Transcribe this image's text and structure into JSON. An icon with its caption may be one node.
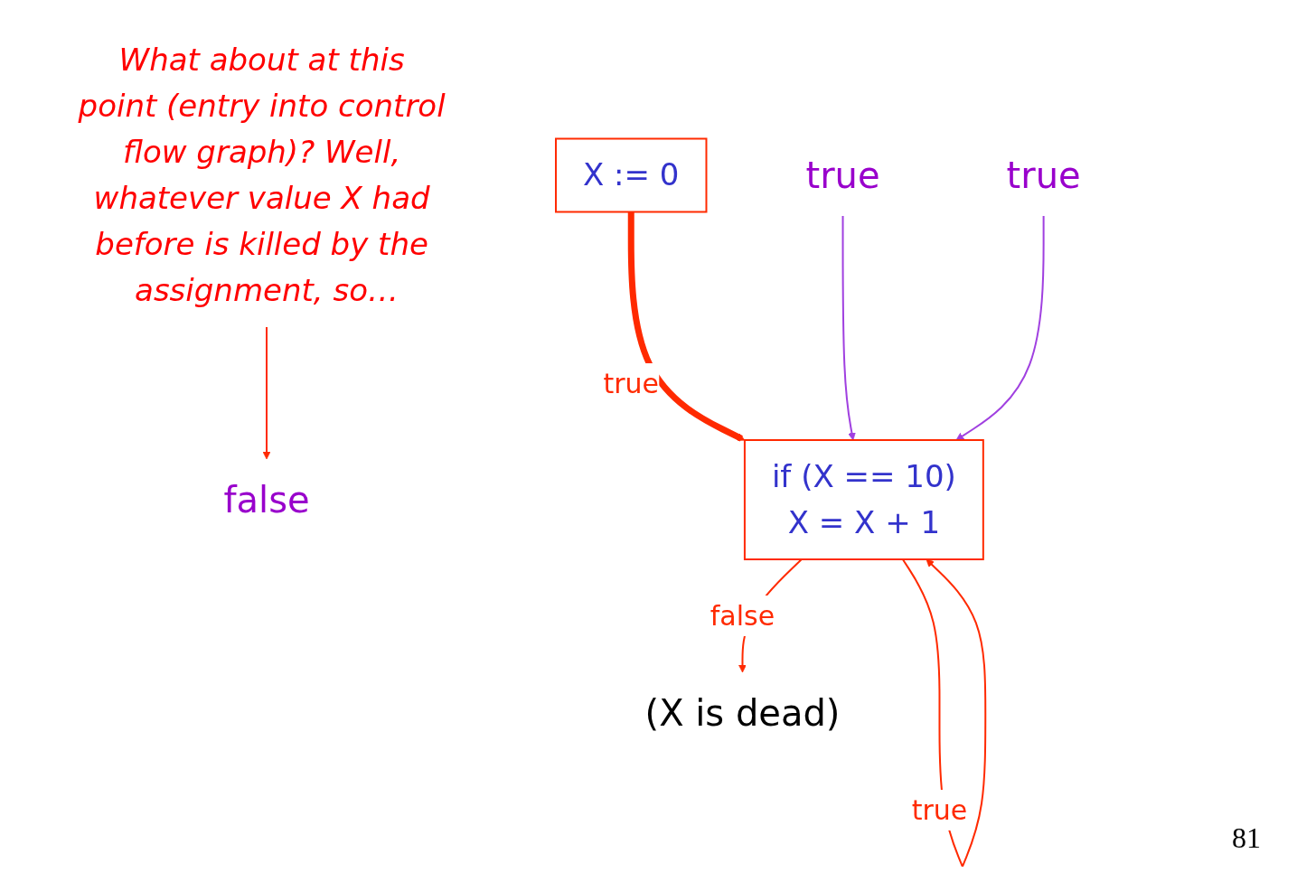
{
  "diagram": {
    "nodes": [
      {
        "text": [
          "false"
        ]
      },
      {
        "text": [
          "X := 0"
        ]
      },
      {
        "text": [
          "if (X == 10)",
          "X = X + 1"
        ]
      },
      {
        "text": [
          "(X is dead)"
        ]
      },
      {
        "text": [
          "What about at this point (entry into control flow graph)? Well, whatever value X had before is killed by the assignment, so…"
        ]
      },
      {
        "text": [
          "true"
        ]
      },
      {
        "text": [
          "true"
        ]
      }
    ],
    "edges": [
      {
        "from": 1,
        "to": 2,
        "arrow": "to",
        "label": "true",
        "style": "thick"
      },
      {
        "from": 2,
        "to": 2,
        "arrow": "to",
        "label": "true"
      },
      {
        "from": 2,
        "to": 3,
        "arrow": "to",
        "label": "false"
      },
      {
        "from": 4,
        "to": 0,
        "arrow": "to"
      },
      {
        "from": 5,
        "to": 2,
        "arrow": "to",
        "color": "#a040e0"
      },
      {
        "from": 6,
        "to": 2,
        "arrow": "to",
        "color": "#a040e0"
      }
    ],
    "labels": [
      "81"
    ]
  }
}
